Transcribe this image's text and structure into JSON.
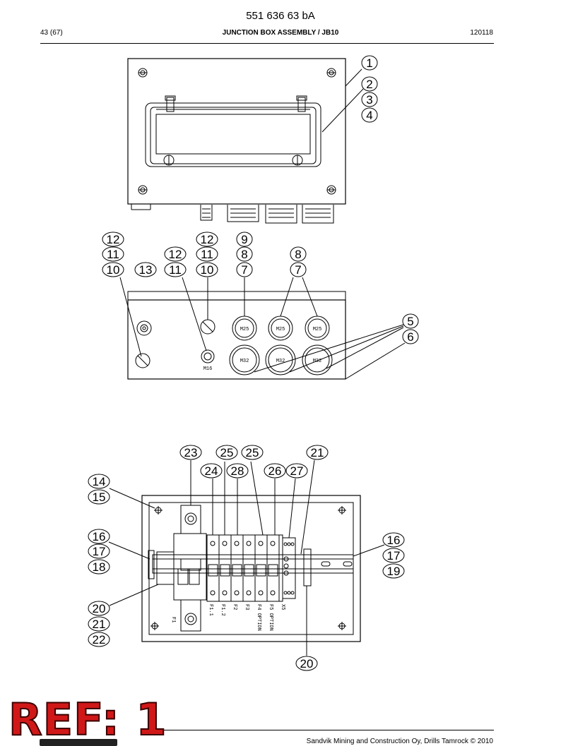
{
  "header": {
    "doc_number": "551 636 63 bA",
    "page": "43 (67)",
    "title": "JUNCTION BOX ASSEMBLY / JB10",
    "date": "120118"
  },
  "footer": {
    "copyright": "Sandvik Mining and Construction Oy, Drills Tamrock © 2010",
    "stamp": "REF: 1"
  },
  "front_view": {
    "balloons": [
      "1",
      "2",
      "3",
      "4"
    ]
  },
  "bottom_view": {
    "balloons": [
      "12",
      "11",
      "10",
      "13",
      "12",
      "11",
      "12",
      "11",
      "10",
      "9",
      "8",
      "7",
      "8",
      "7",
      "5",
      "6"
    ],
    "gland_labels": [
      "M25",
      "M25",
      "M25",
      "M32",
      "M32",
      "M32",
      "M16"
    ]
  },
  "interior_view": {
    "balloons": [
      "23",
      "25",
      "25",
      "21",
      "24",
      "28",
      "26",
      "27",
      "14",
      "15",
      "16",
      "17",
      "18",
      "16",
      "17",
      "19",
      "20",
      "21",
      "22",
      "20"
    ],
    "component_labels": [
      "F1",
      "F1.1",
      "F1.2",
      "F2",
      "F3",
      "F4 OPTION",
      "F5 OPTION",
      "X5"
    ]
  }
}
